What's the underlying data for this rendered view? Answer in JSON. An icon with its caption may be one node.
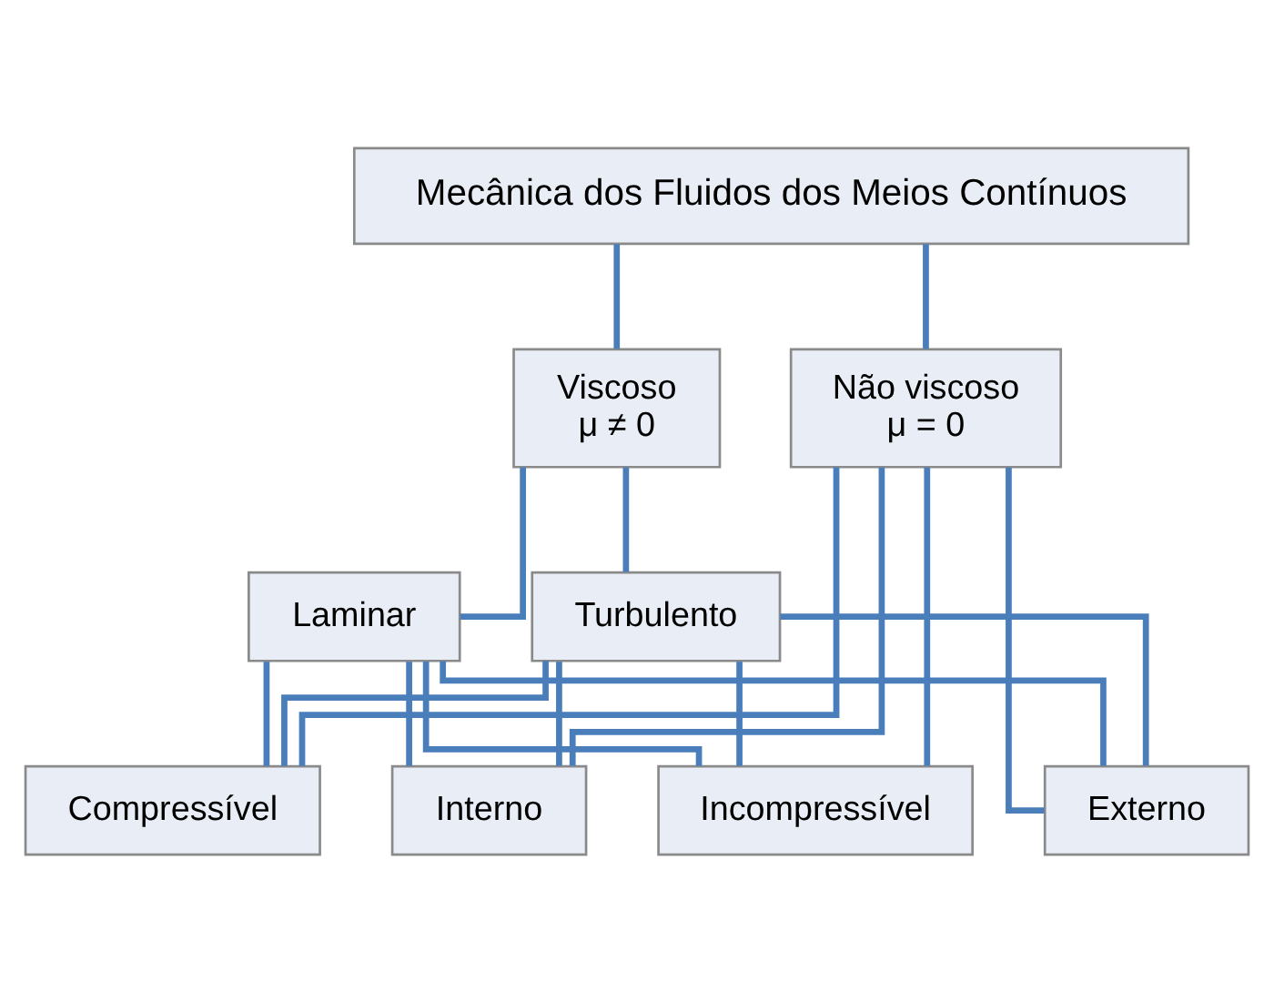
{
  "diagram": {
    "nodes": [
      {
        "text": [
          "Mecânica dos Fluidos dos Meios Contínuos"
        ]
      },
      {
        "text": [
          "Não viscoso",
          "μ = 0"
        ]
      },
      {
        "text": [
          "Viscoso",
          "μ ≠ 0"
        ]
      },
      {
        "text": [
          "Laminar"
        ]
      },
      {
        "text": [
          "Turbulento"
        ]
      },
      {
        "text": [
          "Compressível"
        ]
      },
      {
        "text": [
          "Incompressível"
        ]
      },
      {
        "text": [
          "Interno"
        ]
      },
      {
        "text": [
          "Externo"
        ]
      }
    ],
    "edges": [
      {
        "from": 0,
        "to": 1,
        "arrow": "none"
      },
      {
        "from": 0,
        "to": 2,
        "arrow": "none"
      },
      {
        "from": 2,
        "to": 3,
        "arrow": "none"
      },
      {
        "from": 2,
        "to": 4,
        "arrow": "none"
      },
      {
        "from": 1,
        "to": 5,
        "arrow": "none"
      },
      {
        "from": 1,
        "to": 6,
        "arrow": "none"
      },
      {
        "from": 1,
        "to": 7,
        "arrow": "none"
      },
      {
        "from": 1,
        "to": 8,
        "arrow": "none"
      },
      {
        "from": 3,
        "to": 5,
        "arrow": "none"
      },
      {
        "from": 3,
        "to": 6,
        "arrow": "none"
      },
      {
        "from": 3,
        "to": 7,
        "arrow": "none"
      },
      {
        "from": 3,
        "to": 8,
        "arrow": "none"
      },
      {
        "from": 4,
        "to": 5,
        "arrow": "none"
      },
      {
        "from": 4,
        "to": 6,
        "arrow": "none"
      },
      {
        "from": 4,
        "to": 7,
        "arrow": "none"
      },
      {
        "from": 4,
        "to": 8,
        "arrow": "none"
      }
    ]
  }
}
